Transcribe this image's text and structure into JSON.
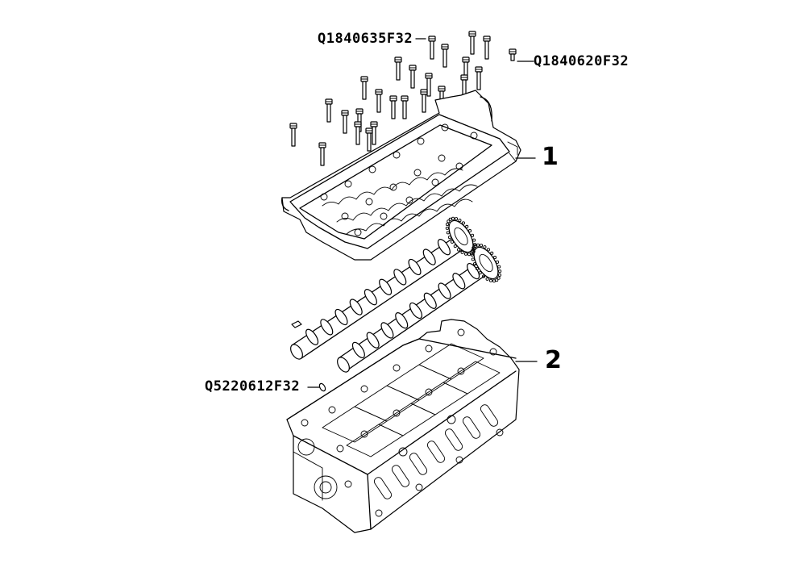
{
  "labels": {
    "bolt_long": "Q1840635F32",
    "bolt_short": "Q1840620F32",
    "dowel_pin": "Q5220612F32"
  },
  "callouts": {
    "camshaft_carrier": "1",
    "cylinder_head": "2"
  },
  "colors": {
    "line": "#000000",
    "background": "#ffffff"
  }
}
